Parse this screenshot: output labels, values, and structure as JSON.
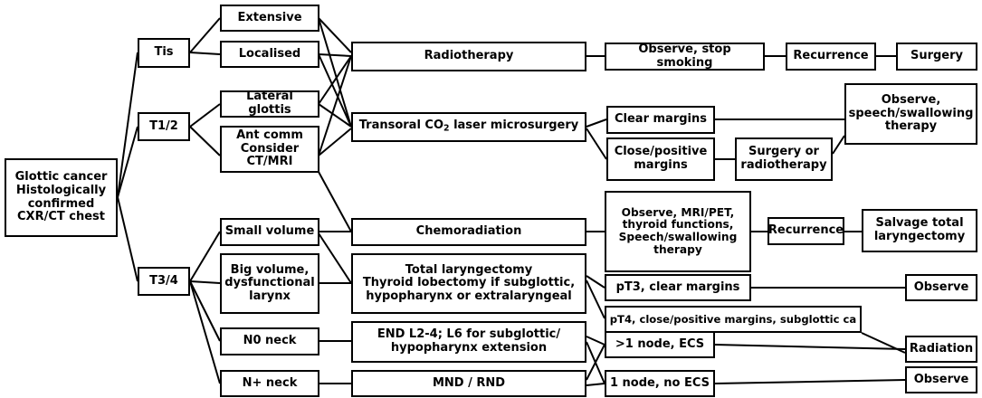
{
  "diagram": {
    "title": "Glottic cancer management flowchart",
    "type": "flowchart",
    "line_color": "#000000",
    "box_border_color": "#000000",
    "background_color": "#ffffff",
    "nodes": {
      "root": "Glottic cancer\nHistologically\nconfirmed\nCXR/CT chest",
      "tis": "Tis",
      "t12": "T1/2",
      "t34": "T3/4",
      "extensive": "Extensive",
      "localised": "Localised",
      "lateral_glottis": "Lateral glottis",
      "ant_comm": "Ant comm\nConsider\nCT/MRI",
      "small_volume": "Small volume",
      "big_volume": "Big volume,\ndysfunctional\nlarynx",
      "n0_neck": "N0 neck",
      "nplus_neck": "N+ neck",
      "radiotherapy": "Radiotherapy",
      "transoral_laser_pre": "Transoral CO",
      "transoral_laser_sub": "2",
      "transoral_laser_post": " laser microsurgery",
      "chemoradiation": "Chemoradiation",
      "total_laryngectomy": "Total laryngectomy\nThyroid lobectomy if subglottic,\nhypopharynx  or extralaryngeal",
      "end_nodes": "END L2-4; L6 for subglottic/\nhypopharynx extension",
      "mnd_rnd": "MND / RND",
      "observe_stop_smoking": "Observe, stop smoking",
      "recurrence_top": "Recurrence",
      "surgery": "Surgery",
      "clear_margins": "Clear margins",
      "close_positive_margins": "Close/positive\nmargins",
      "surgery_or_radiotherapy": "Surgery or\nradiotherapy",
      "observe_speech_swallowing": "Observe,\nspeech/swallowing\ntherapy",
      "observe_mri_pet": "Observe, MRI/PET,\nthyroid functions,\nSpeech/swallowing\ntherapy",
      "recurrence_mid": "Recurrence",
      "salvage_total_laryngectomy": "Salvage total\nlaryngectomy",
      "pt3_clear_margins": "pT3, clear margins",
      "observe_pt3": "Observe",
      "pt4_close_positive": "pT4, close/positive margins, subglottic ca",
      "node_gt1_ecs": ">1 node, ECS",
      "radiation": "Radiation",
      "node_1_no_ecs": "1 node, no ECS",
      "observe_node": "Observe"
    }
  }
}
